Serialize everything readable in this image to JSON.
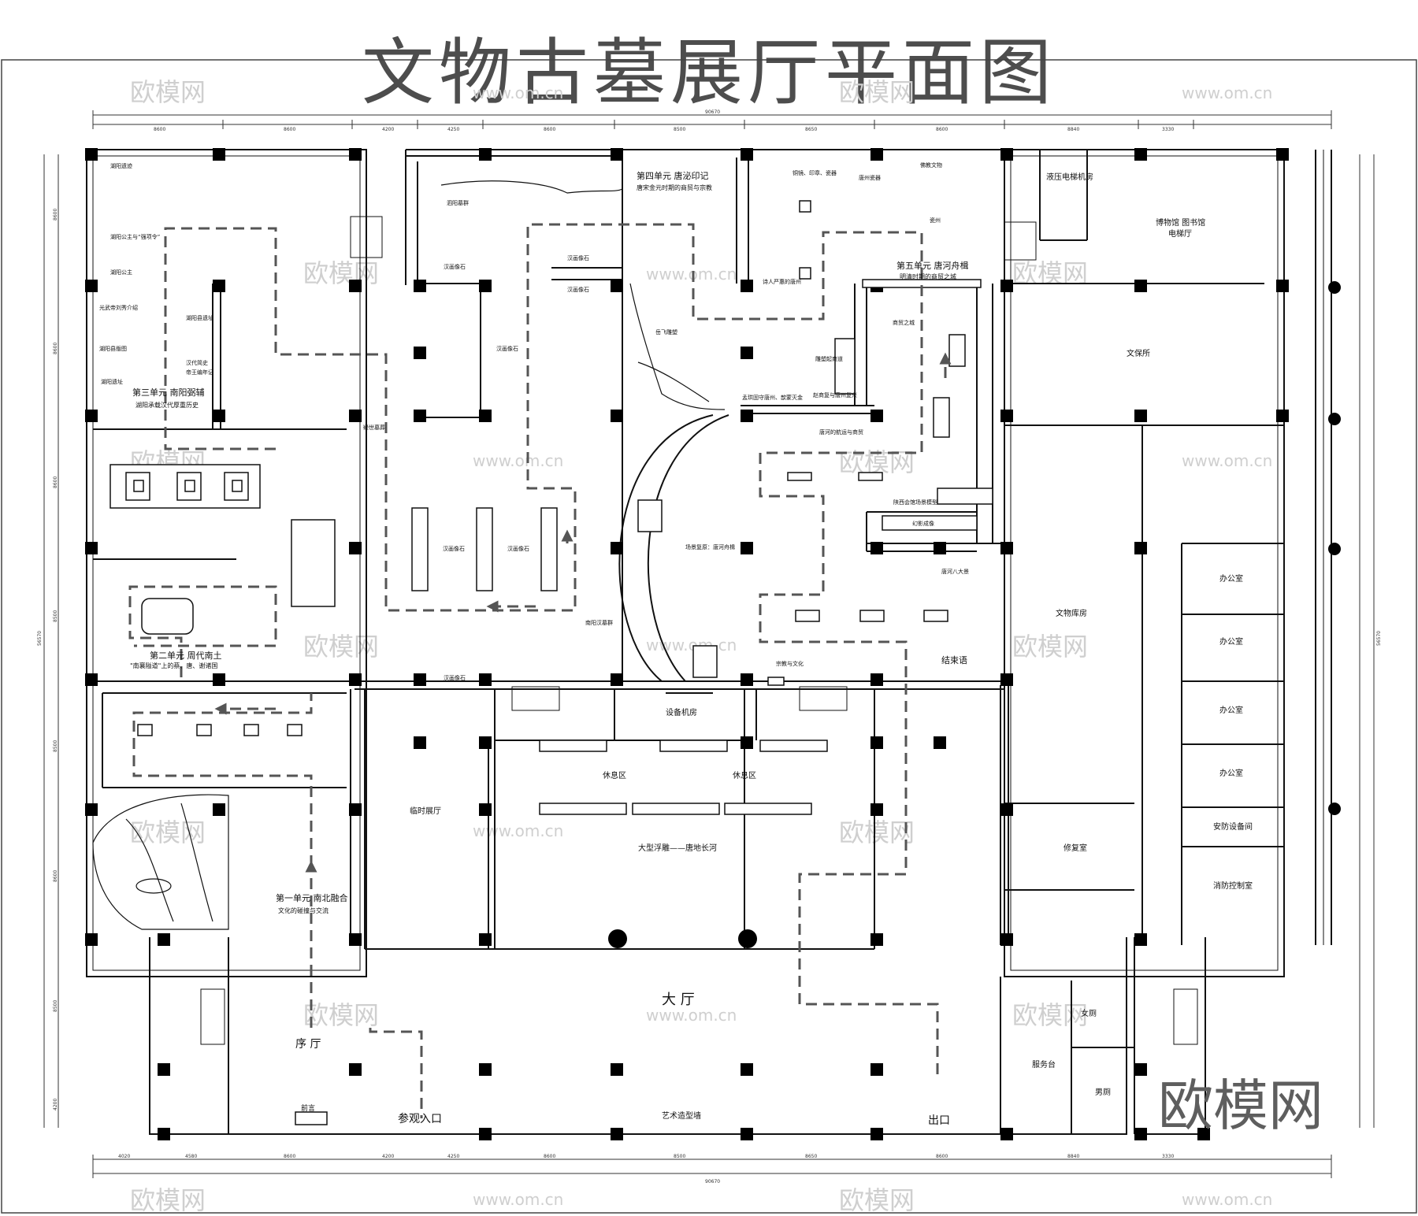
{
  "title": "文物古墓展厅平面图",
  "brand": "欧模网",
  "watermarks": {
    "logo": "欧模网",
    "url": "www.om.cn"
  },
  "dimensions": {
    "total": "90670",
    "top_segments": [
      "8600",
      "8600",
      "4200",
      "4250",
      "8600",
      "8500",
      "8650",
      "8600",
      "8840",
      "3330"
    ],
    "bottom_segments": [
      "4020",
      "4580",
      "8600",
      "4200",
      "4250",
      "8600",
      "8500",
      "8650",
      "8600",
      "8840",
      "3330"
    ],
    "side_segments": [
      "8600",
      "8600",
      "8600",
      "8500",
      "8500",
      "8600",
      "8500",
      "4200"
    ],
    "side_total": "56570"
  },
  "units": {
    "unit1": {
      "title": "第一单元 南北融合",
      "sub": "文化的碰撞与交流"
    },
    "unit2": {
      "title": "第二单元 周代南土",
      "sub": "\"南襄隘道\"上的蔡、唐、谢诸国"
    },
    "unit3": {
      "title": "第三单元 南阳弼辅",
      "sub": "湖阳承载汉代厚重历史"
    },
    "unit4": {
      "title": "第四单元 唐泌印记",
      "sub": "唐宋金元时期的商贸与宗教"
    },
    "unit5": {
      "title": "第五单元 唐河舟楫",
      "sub": "明清时期的商贸之城"
    }
  },
  "exhibits": {
    "lingqian_yiji": "湖阳遗迹",
    "hy_gongzhu_song": "湖阳公主与“强项令”",
    "hy_gongzhu": "湖阳公主",
    "guangwu_liuxiu": "光武帝刘秀介绍",
    "hy_xianbantu": "湖阳县版图",
    "hy_yizhi": "湖阳遗址",
    "hy_xian_yizhi": "湖阳县遗址",
    "handai_fuyong": "汉代简史",
    "dwbn_ji": "帝王编年记",
    "hanhua_xiangshi": "汉画像石",
    "hanhua_xiangshi_b": "汉画像石",
    "hanhua_xiangshi_c": "汉画像石",
    "hanhua_xiangshi_d": "汉画像石",
    "hanhua_xiangshi_e": "汉画像石",
    "hanhua_xiangshi_f": "汉画像石",
    "hanhua_xiangshi_g": "汉画像石",
    "nanyang_muqun": "南阳汉墓群",
    "bangcheng_zoufeng": "疑世墓葬",
    "zhongshan_yaoji": "泗阳墓群",
    "fojiao_wenhua": "佛教文物",
    "tongjing_yinzhang": "铜镜、印章、瓷器",
    "tangzhou_ciqi": "唐州瓷器",
    "ciqi": "瓷州",
    "shiren_yan": "诗人严惠的唐州",
    "yuefei_diaosu": "岳飞雕塑",
    "mengkong": "孟珙固守唐州、歆蒙灭金",
    "diaosu_qiyue": "雕塑起商道",
    "qiyue_fushu": "赵商复与唐州复兴",
    "shangmao_zhicheng": "商贸之城",
    "tanghe_hangyun": "唐河的航运与商贸",
    "shanxi_huiguan": "陕西会馆场景模型",
    "huanying_chengxiang": "幻影成像",
    "changjing_fuyuan": "场景复原：唐河舟楫",
    "tanghe_bajing": "唐河八大景",
    "zongjiao_wenhua": "宗教与文化",
    "jieshu_yu": "结束语",
    "qianyan": "前言"
  },
  "rooms": {
    "elevator_machine": "液压电梯机房",
    "museum_library": "博物馆 图书馆",
    "elevator_hall": "电梯厅",
    "wenbao": "文保所",
    "kufang": "文物库房",
    "office1": "办公室",
    "office2": "办公室",
    "office3": "办公室",
    "office4": "办公室",
    "security": "安防设备间",
    "fire": "消防控制室",
    "repair": "修复室",
    "womens": "女厕",
    "mens": "男厕",
    "service": "服务台",
    "equipment": "设备机房",
    "rest1": "休息区",
    "rest2": "休息区",
    "relief": "大型浮雕——唐地长河",
    "temp_hall": "临时展厅",
    "main_hall": "大 厅",
    "prelude": "序 厅",
    "art_wall": "艺术造型墙",
    "entrance": "参观入口",
    "exit": "出口"
  }
}
